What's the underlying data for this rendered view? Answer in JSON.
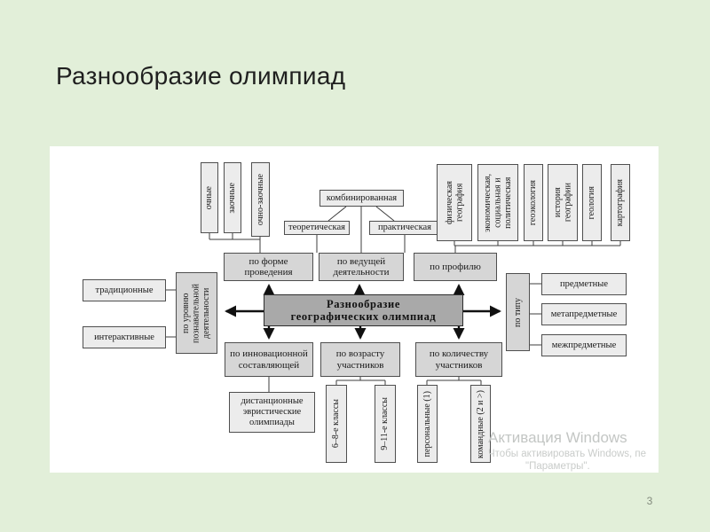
{
  "slide": {
    "title": "Разнообразие олимпиад",
    "page_number": "3"
  },
  "watermark": {
    "title": "Активация Windows",
    "line2": "Чтобы активировать Windows, пе",
    "line3": "\"Параметры\"."
  },
  "diagram": {
    "center": "Разнообразие\nгеографических олимпиад",
    "form": {
      "label": "по форме\nпроведения",
      "leaves": [
        "очные",
        "заочные",
        "очно-заочные"
      ]
    },
    "activity": {
      "label": "по ведущей\nдеятельности",
      "leaves": [
        "комбинированная",
        "теоретическая",
        "практическая"
      ]
    },
    "profile": {
      "label": "по профилю",
      "leaves": [
        "физическая\nгеография",
        "экономическая,\nсоциальная и\nполитическая",
        "геоэкология",
        "история\nгеографии",
        "геология",
        "картография"
      ]
    },
    "type": {
      "label": "по типу",
      "leaves": [
        "предметные",
        "метапредметные",
        "межпредметные"
      ]
    },
    "level": {
      "label": "по уровню\nпознавательной\nдеятельности",
      "leaves": [
        "традиционные",
        "интерактивные"
      ]
    },
    "innovation": {
      "label": "по инновационной\nсоставляющей",
      "leaves": [
        "дистанционные\nэвристические\nолимпиады"
      ]
    },
    "age": {
      "label": "по возрасту\nучастников",
      "leaves": [
        "6–8-е классы",
        "9–11-е классы"
      ]
    },
    "count": {
      "label": "по количеству\nучастников",
      "leaves": [
        "персональные (1)",
        "командные (2 и >)"
      ]
    }
  },
  "colors": {
    "slide_bg": "#e2efd9",
    "panel_bg": "#ffffff",
    "leaf_fill": "#ececec",
    "category_fill": "#d6d6d6",
    "center_fill": "#a9a9a9",
    "line": "#3d3d3d",
    "watermark_text": "#c3c6c4"
  }
}
